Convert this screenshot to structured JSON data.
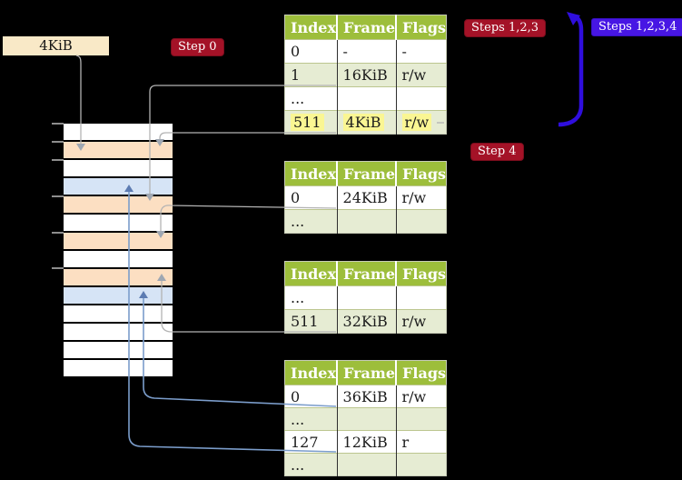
{
  "colors": {
    "background": "#000000",
    "badge_red": "#a41227",
    "badge_blue": "#4716e4",
    "self_ref_arrow_blue": "#2f0edd",
    "table_header_green": "#9dbe3b",
    "table_row_green": "#e6ecd3",
    "table_row_white": "#ffffff",
    "highlight_yellow": "#faf693",
    "frame_peach": "#fcdfc2",
    "frame_blue": "#d6e4f6",
    "frame_white": "#ffffff",
    "label_cream": "#f9e9c7",
    "connector_gray": "#b3b3b3",
    "connector_gray_head": "#9fa7b2",
    "connector_blue": "#7b9dcb",
    "connector_blue_head": "#5d7cb2"
  },
  "labels": {
    "memory_frame": "4KiB"
  },
  "badges": {
    "step0": "Step 0",
    "steps123": "Steps 1,2,3",
    "steps1234": "Steps 1,2,3,4",
    "step4": "Step 4"
  },
  "tables": [
    {
      "name": "page-table-a",
      "columns": [
        "Index",
        "Frame",
        "Flags"
      ],
      "rows": [
        {
          "cells": [
            "0",
            "-",
            "-"
          ],
          "shade": "white"
        },
        {
          "cells": [
            "1",
            "16KiB",
            "r/w"
          ],
          "shade": "green"
        },
        {
          "cells": [
            "...",
            "",
            ""
          ],
          "shade": "white"
        },
        {
          "cells": [
            "511",
            "4KiB",
            "r/w"
          ],
          "shade": "green",
          "highlight": true
        }
      ]
    },
    {
      "name": "page-table-b",
      "columns": [
        "Index",
        "Frame",
        "Flags"
      ],
      "rows": [
        {
          "cells": [
            "0",
            "24KiB",
            "r/w"
          ],
          "shade": "white"
        },
        {
          "cells": [
            "...",
            "",
            ""
          ],
          "shade": "green"
        }
      ]
    },
    {
      "name": "page-table-c",
      "columns": [
        "Index",
        "Frame",
        "Flags"
      ],
      "rows": [
        {
          "cells": [
            "...",
            "",
            ""
          ],
          "shade": "white"
        },
        {
          "cells": [
            "511",
            "32KiB",
            "r/w"
          ],
          "shade": "green"
        }
      ]
    },
    {
      "name": "page-table-d",
      "columns": [
        "Index",
        "Frame",
        "Flags"
      ],
      "rows": [
        {
          "cells": [
            "0",
            "36KiB",
            "r/w"
          ],
          "shade": "white"
        },
        {
          "cells": [
            "...",
            "",
            ""
          ],
          "shade": "green"
        },
        {
          "cells": [
            "127",
            "12KiB",
            "r"
          ],
          "shade": "white"
        },
        {
          "cells": [
            "...",
            "",
            ""
          ],
          "shade": "green"
        }
      ]
    }
  ],
  "memory_strip": {
    "rows": [
      "white",
      "peach",
      "white",
      "blue",
      "peach",
      "white",
      "peach",
      "white",
      "peach",
      "blue",
      "white",
      "white",
      "white",
      "white"
    ]
  },
  "arrows": [
    {
      "id": "a",
      "name": "arrow-4kib-label-to-frame",
      "style": "gray"
    },
    {
      "id": "b",
      "name": "arrow-entry-16kib-to-frame",
      "style": "gray"
    },
    {
      "id": "c",
      "name": "arrow-entry-4kib-to-frame",
      "style": "gray"
    },
    {
      "id": "d",
      "name": "arrow-entry-24kib-to-frame",
      "style": "gray"
    },
    {
      "id": "e",
      "name": "arrow-entry-32kib-to-frame",
      "style": "gray"
    },
    {
      "id": "f",
      "name": "arrow-entry-36kib-to-frame",
      "style": "blue"
    },
    {
      "id": "g",
      "name": "arrow-entry-12kib-to-frame",
      "style": "blue"
    },
    {
      "id": "dash",
      "name": "dash-near-511-row",
      "style": "gray"
    },
    {
      "id": "h",
      "name": "self-reference-loop-arrow",
      "style": "bigblue"
    }
  ]
}
